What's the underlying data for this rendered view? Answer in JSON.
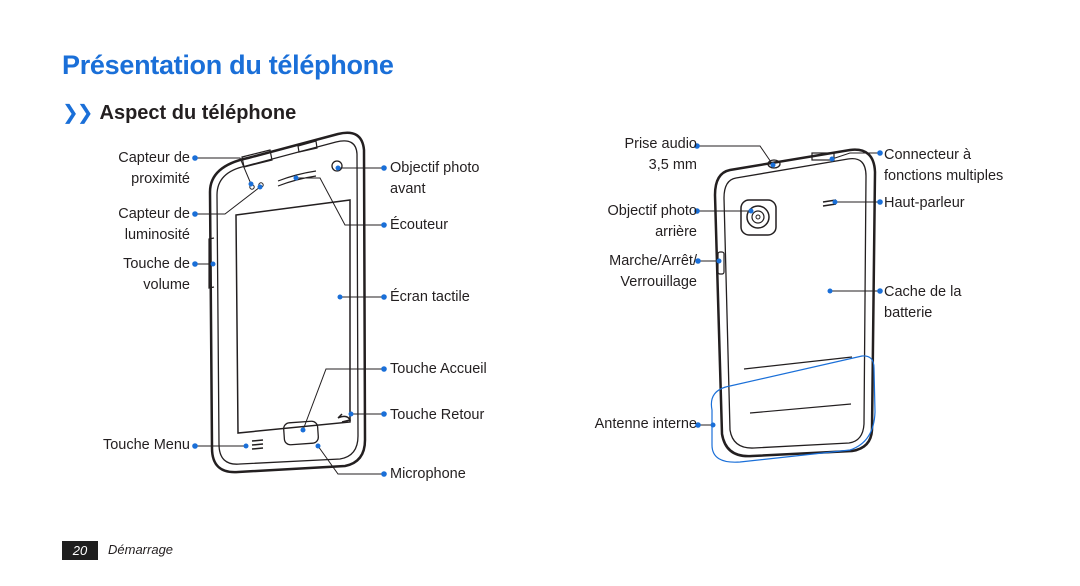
{
  "page": {
    "title": "Présentation du téléphone",
    "subtitle_chevron": "❯❯",
    "subtitle": "Aspect du téléphone",
    "accent_color": "#1a6fd8",
    "footer": {
      "page_number": "20",
      "section": "Démarrage"
    }
  },
  "front": {
    "labels": {
      "proximity": [
        "Capteur de",
        "proximité"
      ],
      "light": [
        "Capteur de",
        "luminosité"
      ],
      "volume": [
        "Touche de",
        "volume"
      ],
      "menu": "Touche Menu",
      "front_camera": [
        "Objectif photo",
        "avant"
      ],
      "earpiece": "Écouteur",
      "touchscreen": "Écran tactile",
      "home": "Touche Accueil",
      "back": "Touche Retour",
      "microphone": "Microphone"
    }
  },
  "back": {
    "labels": {
      "audio_jack": [
        "Prise audio",
        "3,5 mm"
      ],
      "rear_camera": [
        "Objectif photo",
        "arrière"
      ],
      "power_lock": [
        "Marche/Arrêt/",
        "Verrouillage"
      ],
      "antenna": "Antenne interne",
      "connector": [
        "Connecteur à",
        "fonctions multiples"
      ],
      "speaker": "Haut-parleur",
      "battery_cover": [
        "Cache de la",
        "batterie"
      ]
    }
  }
}
